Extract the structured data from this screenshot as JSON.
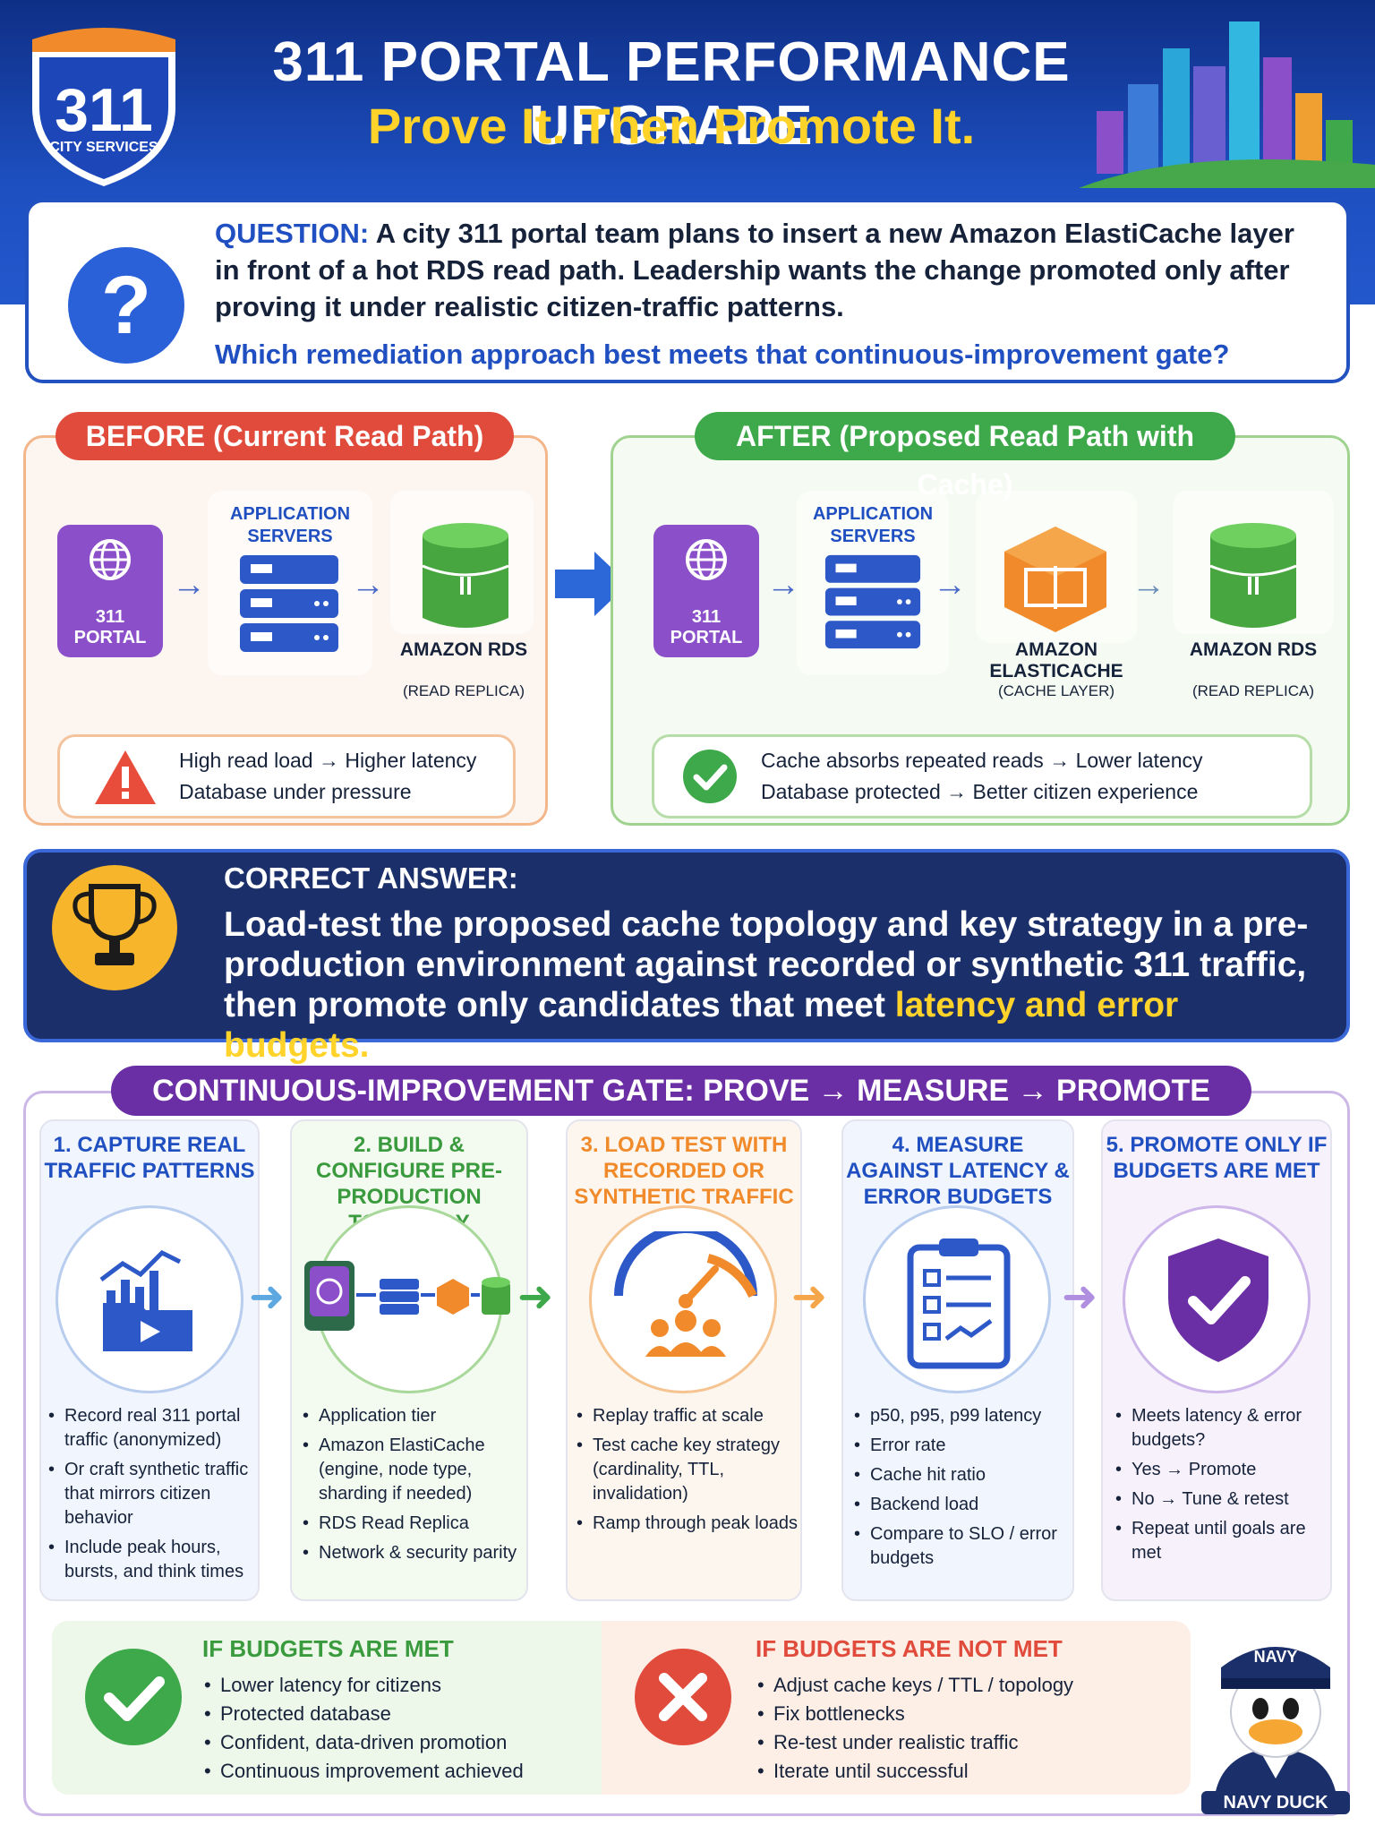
{
  "header": {
    "badge_number": "311",
    "badge_text": "CITY SERVICES",
    "title": "311 PORTAL PERFORMANCE UPGRADE",
    "subtitle": "Prove It. Then Promote It."
  },
  "question": {
    "label": "QUESTION:",
    "text": "A city 311 portal team plans to insert a new Amazon ElastiCache layer in front of a hot RDS read path. Leadership wants the change promoted only after proving it under realistic citizen-traffic patterns.",
    "ask": "Which remediation approach best meets that continuous-improvement gate?"
  },
  "before": {
    "title": "BEFORE (Current Read Path)",
    "portal": "311 PORTAL",
    "app_label": "APPLICATION SERVERS",
    "db_label": "AMAZON RDS",
    "db_sub": "(READ REPLICA)",
    "note_line1": "High read load → Higher latency",
    "note_line2": "Database under pressure"
  },
  "after": {
    "title": "AFTER (Proposed Read Path with Cache)",
    "portal": "311 PORTAL",
    "app_label": "APPLICATION SERVERS",
    "cache_label": "AMAZON ELASTICACHE",
    "cache_sub": "(CACHE LAYER)",
    "db_label": "AMAZON RDS",
    "db_sub": "(READ REPLICA)",
    "note_line1": "Cache absorbs repeated reads → Lower latency",
    "note_line2": "Database protected → Better citizen experience"
  },
  "answer": {
    "label": "CORRECT ANSWER:",
    "text": "Load-test the proposed cache topology and key strategy in a pre-production environment against recorded or synthetic 311 traffic, then promote only candidates that meet ",
    "highlight": "latency and error budgets."
  },
  "gate": {
    "title": "CONTINUOUS-IMPROVEMENT GATE: PROVE → MEASURE → PROMOTE",
    "steps": [
      {
        "title": "1. CAPTURE REAL TRAFFIC PATTERNS",
        "bullets": [
          "Record real 311 portal traffic (anonymized)",
          "Or craft synthetic traffic that mirrors citizen behavior",
          "Include peak hours, bursts, and think times"
        ]
      },
      {
        "title": "2. BUILD & CONFIGURE PRE-PRODUCTION TOPOLOGY",
        "bullets": [
          "Application tier",
          "Amazon ElastiCache (engine, node type, sharding if needed)",
          "RDS Read Replica",
          "Network & security parity"
        ]
      },
      {
        "title": "3. LOAD TEST WITH RECORDED OR SYNTHETIC TRAFFIC",
        "bullets": [
          "Replay traffic at scale",
          "Test cache key strategy (cardinality, TTL, invalidation)",
          "Ramp through peak loads"
        ]
      },
      {
        "title": "4. MEASURE AGAINST LATENCY & ERROR BUDGETS",
        "bullets": [
          "p50, p95, p99 latency",
          "Error rate",
          "Cache hit ratio",
          "Backend load",
          "Compare to SLO / error budgets"
        ]
      },
      {
        "title": "5. PROMOTE ONLY IF BUDGETS ARE MET",
        "bullets": [
          "Meets latency & error budgets?",
          "Yes → Promote",
          "No → Tune & retest",
          "Repeat until goals are met"
        ]
      }
    ]
  },
  "outcomes": {
    "met_title": "IF BUDGETS ARE MET",
    "met": [
      "Lower latency for citizens",
      "Protected database",
      "Confident, data-driven promotion",
      "Continuous improvement achieved"
    ],
    "notmet_title": "IF BUDGETS ARE NOT MET",
    "notmet": [
      "Adjust cache keys / TTL / topology",
      "Fix bottlenecks",
      "Re-test under realistic traffic",
      "Iterate until successful"
    ]
  },
  "mascot": {
    "hat": "NAVY",
    "name": "NAVY DUCK"
  },
  "colors": {
    "navy": "#0f2f86",
    "blue": "#1f4fc0",
    "yellow": "#ffd32a",
    "red": "#e04b3c",
    "green": "#3ea94a",
    "purple": "#6b2fa5",
    "orange": "#f08a2a"
  }
}
